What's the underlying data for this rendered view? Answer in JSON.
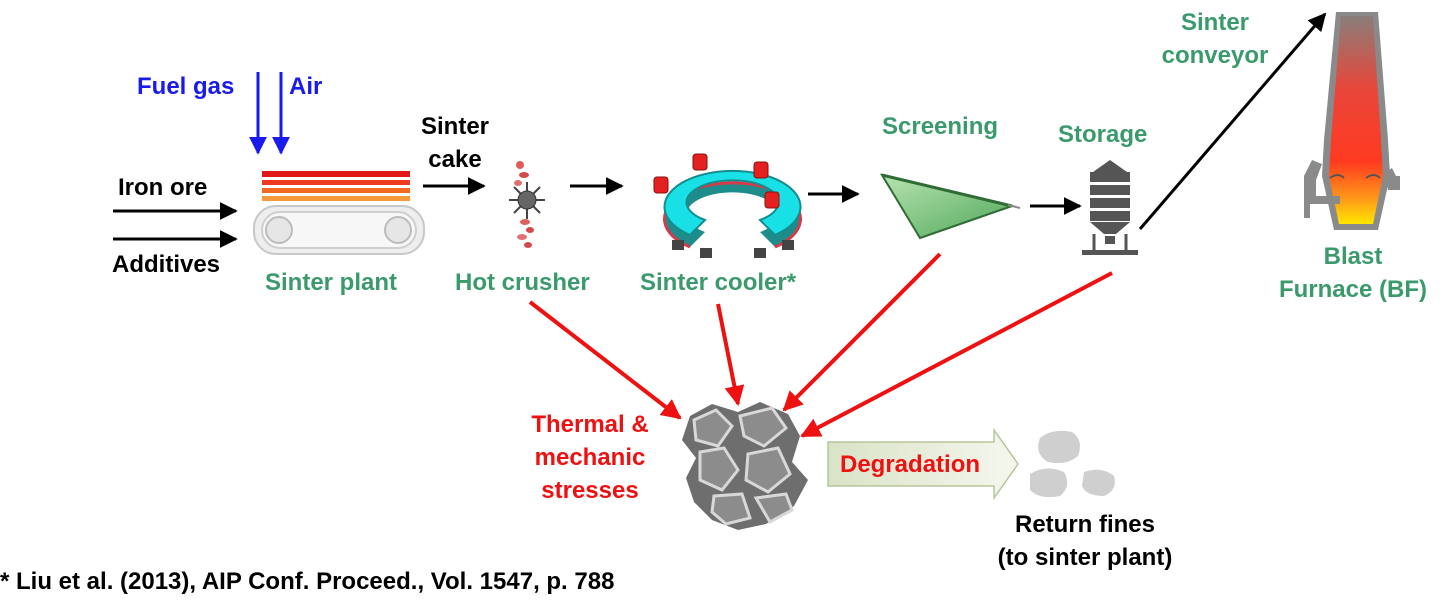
{
  "inputs": {
    "fuel_gas": "Fuel gas",
    "air": "Air",
    "iron_ore": "Iron ore",
    "additives": "Additives"
  },
  "stages": {
    "sinter_plant": "Sinter plant",
    "sinter_cake": [
      "Sinter",
      "cake"
    ],
    "hot_crusher": "Hot crusher",
    "sinter_cooler": "Sinter cooler*",
    "screening": "Screening",
    "storage": "Storage",
    "sinter_conveyor": [
      "Sinter",
      "conveyor"
    ],
    "blast_furnace": [
      "Blast",
      "Furnace (BF)"
    ]
  },
  "stresses": [
    "Thermal &",
    "mechanic",
    "stresses"
  ],
  "degradation": "Degradation",
  "return_fines": [
    "Return fines",
    "(to sinter plant)"
  ],
  "citation": "* Liu et al. (2013), AIP Conf. Proceed., Vol. 1547, p. 788",
  "colors": {
    "stage_label": "#3a9a6c",
    "input_gas": "#1a1aee",
    "stress": "#ee1111",
    "text": "#000000",
    "cooler_body": "#1f8c8c",
    "cooler_top": "#19e0e6",
    "cooler_cap": "#e42020",
    "screen": "#7fc87f",
    "furnace_hot": "#ff3a2a",
    "furnace_core": "#ffe600"
  }
}
